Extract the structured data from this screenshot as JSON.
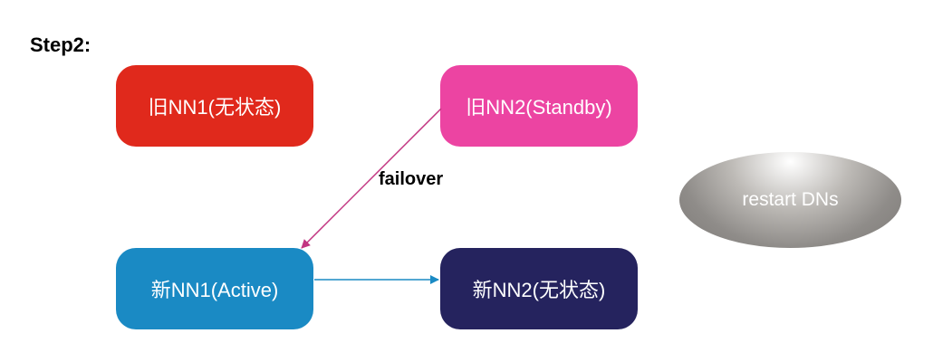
{
  "step_title": "Step2:",
  "nodes": {
    "old_nn1": {
      "label": "旧NN1(无状态)",
      "color": "#E0291C"
    },
    "old_nn2": {
      "label": "旧NN2(Standby)",
      "color": "#EC44A2"
    },
    "new_nn1": {
      "label": "新NN1(Active)",
      "color": "#1A8AC4"
    },
    "new_nn2": {
      "label": "新NN2(无状态)",
      "color": "#25235E"
    }
  },
  "restart": {
    "label": "restart DNs"
  },
  "edges": {
    "failover": {
      "label": "failover",
      "color": "#C23581"
    },
    "sync": {
      "color": "#1A8AC4"
    }
  }
}
